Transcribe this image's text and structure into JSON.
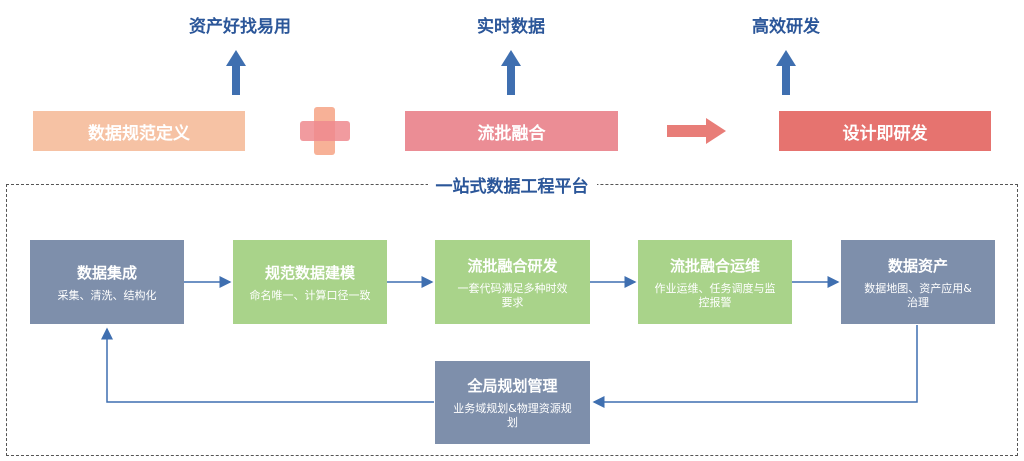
{
  "top": {
    "goals": [
      "资产好找易用",
      "实时数据",
      "高效研发"
    ],
    "boxes": [
      "数据规范定义",
      "流批融合",
      "设计即研发"
    ]
  },
  "platform": {
    "title": "一站式数据工程平台",
    "nodes": [
      {
        "title": "数据集成",
        "sub": "采集、清洗、结构化"
      },
      {
        "title": "规范数据建模",
        "sub": "命名唯一、计算口径一致"
      },
      {
        "title": "流批融合研发",
        "sub": "一套代码满足多种时效要求"
      },
      {
        "title": "流批融合运维",
        "sub": "作业运维、任务调度与监控报警"
      },
      {
        "title": "数据资产",
        "sub": "数据地图、资产应用&治理"
      }
    ],
    "bottom": {
      "title": "全局规划管理",
      "sub": "业务域规划&物理资源规划"
    }
  },
  "colors": {
    "blue_text": "#2b5699",
    "box1": "#f6c2a4",
    "box2": "#eb8d95",
    "box3": "#e6736f",
    "slate": "#7e8fab",
    "green": "#a9d38a",
    "arrow": "#3f6fb0"
  }
}
